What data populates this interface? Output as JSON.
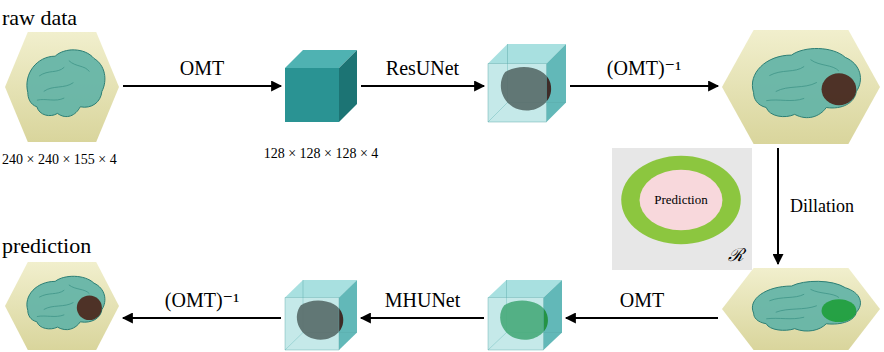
{
  "diagram": {
    "nodes": [
      {
        "text": [
          "raw data",
          "240 × 240 × 155 × 4"
        ]
      },
      {
        "text": [
          "128 × 128 × 128 × 4"
        ]
      },
      {
        "text": []
      },
      {
        "text": []
      },
      {
        "text": [
          "ℛ"
        ]
      },
      {
        "text": [
          "Prediction"
        ],
        "in": 4
      },
      {
        "text": []
      },
      {
        "text": []
      },
      {
        "text": []
      },
      {
        "text": [
          "prediction"
        ]
      }
    ],
    "edges": [
      {
        "from": 0,
        "to": 1,
        "arrow": "to",
        "label": "OMT"
      },
      {
        "from": 1,
        "to": 2,
        "arrow": "to",
        "label": "ResUNet"
      },
      {
        "from": 2,
        "to": 3,
        "arrow": "to",
        "label": "(OMT)⁻¹"
      },
      {
        "from": 3,
        "to": 6,
        "arrow": "to",
        "label": "Dillation"
      },
      {
        "from": 6,
        "to": 7,
        "arrow": "to",
        "label": "OMT"
      },
      {
        "from": 7,
        "to": 8,
        "arrow": "to",
        "label": "MHUNet"
      },
      {
        "from": 8,
        "to": 9,
        "arrow": "to",
        "label": "(OMT)⁻¹"
      }
    ]
  }
}
